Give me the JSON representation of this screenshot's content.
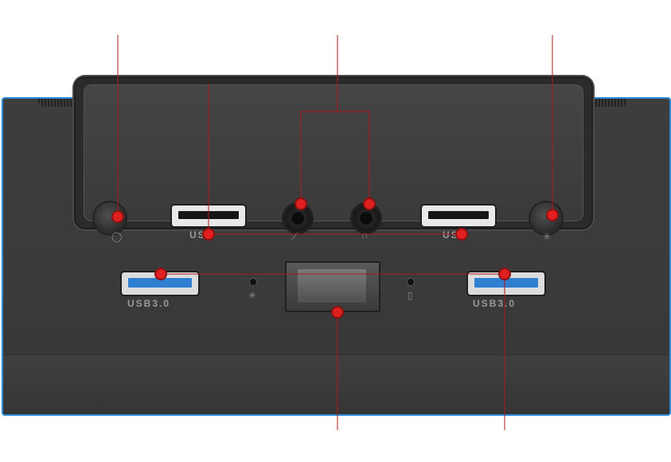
{
  "device": {
    "description_visible_labels": {
      "usb_left_label": "USB",
      "usb_right_label": "USB",
      "usb3_left_label": "USB3.0",
      "usb3_right_label": "USB3.0"
    }
  },
  "colors": {
    "frame_border": "#2a8ad8",
    "callout_line": "#b01818",
    "marker": "#e02020",
    "usb3_slot": "#2f7fd0"
  },
  "icons": {
    "power": "power-icon",
    "microphone": "microphone-icon",
    "headphone": "headphone-icon",
    "led_light": "led-light-icon",
    "lock": "lock-icon"
  }
}
